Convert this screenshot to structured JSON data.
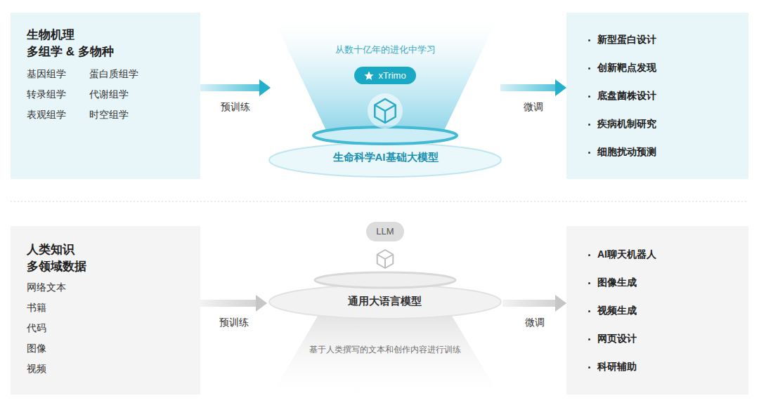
{
  "diagram": {
    "nodes": [
      {
        "text": [
          "生物机理 多组学 & 多物种",
          "基因组学",
          "蛋白质组学",
          "转录组学",
          "代谢组学",
          "表观组学",
          "时空组学"
        ]
      },
      {
        "text": [
          "从数十亿年的进化中学习",
          "生命科学AI基础大模型"
        ]
      },
      {
        "text": [
          "xTrimo"
        ],
        "in": 1
      },
      {
        "text": [
          "新型蛋白设计",
          "创新靶点发现",
          "底盘菌株设计",
          "疾病机制研究",
          "细胞扰动预测"
        ]
      },
      {
        "text": [
          "人类知识 多领域数据",
          "网络文本",
          "书籍",
          "代码",
          "图像",
          "视频"
        ]
      },
      {
        "text": [
          "通用大语言模型",
          "基于人类撰写的文本和创作内容进行训练"
        ]
      },
      {
        "text": [
          "LLM"
        ],
        "in": 5
      },
      {
        "text": [
          "AI聊天机器人",
          "图像生成",
          "视频生成",
          "网页设计",
          "科研辅助"
        ]
      }
    ],
    "edges": [
      {
        "from": 0,
        "to": 1,
        "label": "预训练",
        "arrow": "to"
      },
      {
        "from": 1,
        "to": 3,
        "label": "微调",
        "arrow": "to"
      },
      {
        "from": 4,
        "to": 5,
        "label": "预训练",
        "arrow": "to"
      },
      {
        "from": 5,
        "to": 7,
        "label": "微调",
        "arrow": "to"
      }
    ]
  }
}
